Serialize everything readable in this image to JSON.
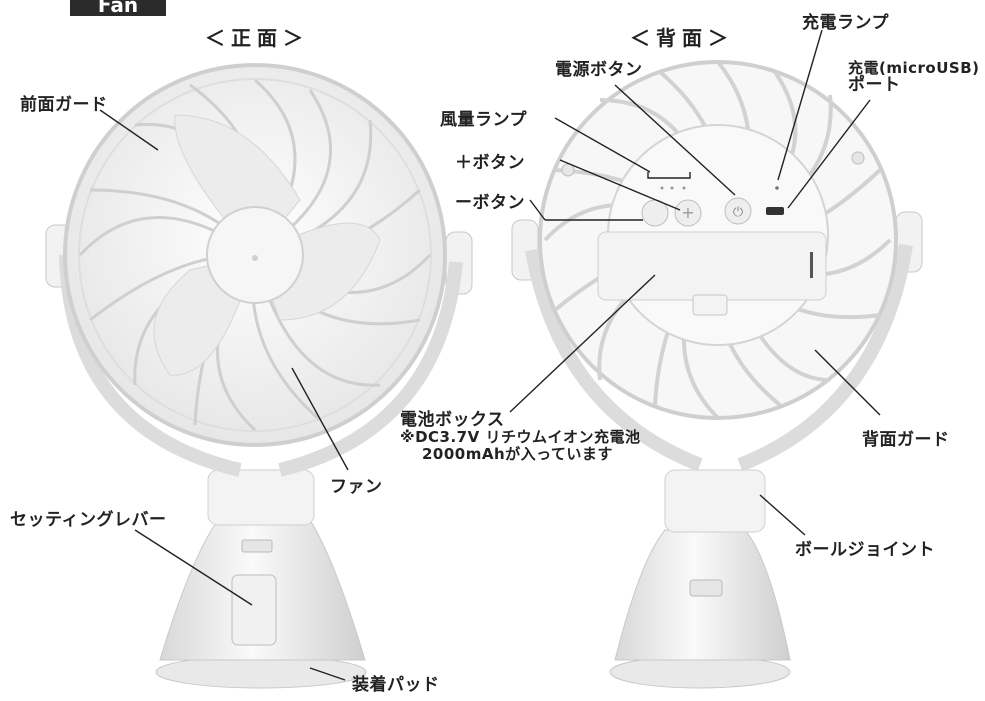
{
  "header_tag": "Fan",
  "views": {
    "front": "＜正面＞",
    "back": "＜背面＞"
  },
  "labels": {
    "front_guard": "前面ガード",
    "fan": "ファン",
    "setting_lever": "セッティングレバー",
    "mount_pad": "装着パッド",
    "power_button": "電源ボタン",
    "charge_lamp": "充電ランプ",
    "charge_port_line1": "充電(microUSB)",
    "charge_port_line2": "ポート",
    "airflow_lamp": "風量ランプ",
    "plus_button": "＋ボタン",
    "minus_button": "ーボタン",
    "battery_box": "電池ボックス",
    "battery_note_line1": "※DC3.7V リチウムイオン充電池",
    "battery_note_line2": "2000mAhが入っています",
    "rear_guard": "背面ガード",
    "ball_joint": "ボールジョイント"
  }
}
